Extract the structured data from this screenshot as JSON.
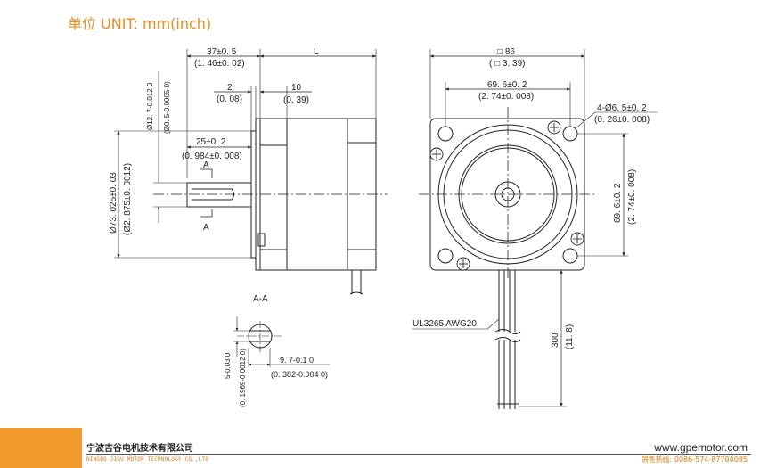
{
  "header": {
    "unit_title": "单位 UNIT: mm(inch)"
  },
  "side_view": {
    "dim_37": "37±0. 5",
    "dim_37_in": "(1. 46±0. 02)",
    "dim_L": "L",
    "dim_2": "2",
    "dim_2_in": "(0. 08)",
    "dim_10": "10",
    "dim_10_in": "(0. 39)",
    "dim_25": "25±0. 2",
    "dim_25_in": "(0. 984±0. 008)",
    "dim_shaft": "Ø12. 7-0.012 0",
    "dim_shaft_in": "(Ø0. 5-0.0005 0)",
    "dim_pilot": "Ø73. 025±0. 03",
    "dim_pilot_in": "(Ø2. 875±0. 0012)",
    "section_label_top": "A",
    "section_label_bottom": "A"
  },
  "section_view": {
    "title": "A-A",
    "dim_5": "5-0.03 0",
    "dim_5_in": "(0. 1969-0.0012 0)",
    "dim_97": "9. 7-0.1 0",
    "dim_97_in": "(0. 382-0.004 0)"
  },
  "front_view": {
    "dim_86": "□ 86",
    "dim_86_in": "( □ 3. 39)",
    "dim_696": "69. 6±0. 2",
    "dim_696_in": "(2. 74±0. 008)",
    "dim_holes": "4-Ø6. 5±0. 2",
    "dim_holes_in": "(0. 26±0. 008)",
    "dim_696_v": "69. 6±0. 2",
    "dim_696_v_in": "(2. 74±0. 008)",
    "wire_label": "UL3265 AWG20",
    "dim_300": "300",
    "dim_300_in": "(11. 8)"
  },
  "footer": {
    "company_cn": "宁波吉谷电机技术有限公司",
    "company_en": "NINGBO JIGU MOTOR TECHNOLOGY CO.,LTD",
    "website": "www.gpemotor.com",
    "hotline": "销售热线: 0086-574-87704085"
  },
  "colors": {
    "accent": "#f39a2c",
    "title": "#f08a1e",
    "line": "#222222"
  }
}
